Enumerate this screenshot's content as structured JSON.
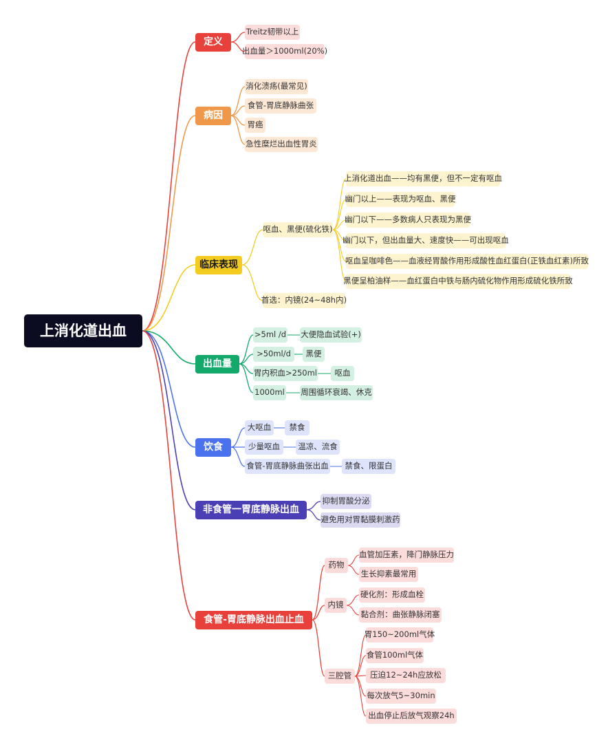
{
  "root": {
    "label": "上消化道出血"
  },
  "branches": [
    {
      "label": "定义",
      "color": "#e8403a",
      "leaf_bg": "#fbdcdb",
      "leaf_text": "#333333",
      "children": [
        {
          "label": "Treitz韧带以上"
        },
        {
          "label": "出血量＞1000ml(20%)"
        }
      ]
    },
    {
      "label": "病因",
      "color": "#f0984a",
      "leaf_bg": "#fde8d6",
      "leaf_text": "#333333",
      "children": [
        {
          "label": "消化溃疡(最常见)"
        },
        {
          "label": "食管-胃底静脉曲张"
        },
        {
          "label": "胃癌"
        },
        {
          "label": "急性糜烂出血性胃炎"
        }
      ]
    },
    {
      "label": "临床表现",
      "color": "#f3cc1f",
      "leaf_bg": "#fdf4cf",
      "leaf_text": "#333333",
      "children": [
        {
          "label": "呕血、黑便(硫化铁)",
          "children": [
            {
              "label": "上消化道出血——均有黑便，但不一定有呕血"
            },
            {
              "label": "幽门以上——表现为呕血、黑便"
            },
            {
              "label": "幽门以下——多数病人只表现为黑便"
            },
            {
              "label": "幽门以下，但出血量大、速度快——可出现呕血"
            },
            {
              "label": "呕血呈咖啡色——血液经胃酸作用形成酸性血红蛋白(正铁血红素)所致"
            },
            {
              "label": "黑便呈柏油样——血红蛋白中铁与肠内硫化物作用形成硫化铁所致"
            }
          ]
        },
        {
          "label": "首选：内镜(24~48h内)"
        }
      ]
    },
    {
      "label": "出血量",
      "color": "#13a96a",
      "leaf_bg": "#d4f0e2",
      "leaf_text": "#333333",
      "children": [
        {
          "label": ">5ml /d",
          "children": [
            {
              "label": "大便隐血试验(+)"
            }
          ]
        },
        {
          "label": ">50ml/d",
          "children": [
            {
              "label": "黑便"
            }
          ]
        },
        {
          "label": "胃内积血>250ml",
          "children": [
            {
              "label": "呕血"
            }
          ]
        },
        {
          "label": "1000ml",
          "children": [
            {
              "label": "周围循环衰竭、休克"
            }
          ]
        }
      ]
    },
    {
      "label": "饮食",
      "color": "#4b72ee",
      "leaf_bg": "#dde4fb",
      "leaf_text": "#333333",
      "children": [
        {
          "label": "大呕血",
          "children": [
            {
              "label": "禁食"
            }
          ]
        },
        {
          "label": "少量呕血",
          "children": [
            {
              "label": "温凉、流食"
            }
          ]
        },
        {
          "label": "食管-胃底静脉曲张出血",
          "children": [
            {
              "label": "禁食、限蛋白"
            }
          ]
        }
      ]
    },
    {
      "label": "非食管一胃底静脉出血",
      "color": "#4a3fb5",
      "leaf_bg": "#dcdaf2",
      "leaf_text": "#333333",
      "children": [
        {
          "label": "抑制胃酸分泌"
        },
        {
          "label": "避免用对胃黏膜刺激药"
        }
      ]
    },
    {
      "label": "食管-胃底静脉出血止血",
      "color": "#e8403a",
      "leaf_bg": "#fbdcdb",
      "leaf_text": "#333333",
      "children": [
        {
          "label": "药物",
          "children": [
            {
              "label": "血管加压素，降门静脉压力"
            },
            {
              "label": "生长抑素最常用"
            }
          ]
        },
        {
          "label": "内镜",
          "children": [
            {
              "label": "硬化剂：形成血栓"
            },
            {
              "label": "黏合剂：曲张静脉闭塞"
            }
          ]
        },
        {
          "label": "三腔管",
          "children": [
            {
              "label": "胃150~200ml气体"
            },
            {
              "label": "食管100ml气体"
            },
            {
              "label": "压迫12~24h应放松"
            },
            {
              "label": "每次放气5~30min"
            },
            {
              "label": "出血停止后放气观察24h"
            }
          ]
        }
      ]
    }
  ]
}
